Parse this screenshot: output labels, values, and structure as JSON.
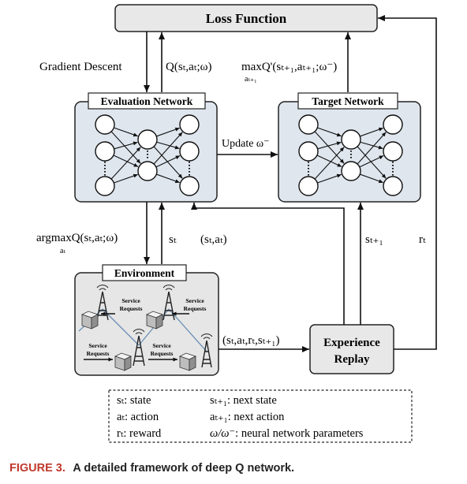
{
  "loss_function": {
    "label": "Loss Function"
  },
  "evaluation_network": {
    "label": "Evaluation Network"
  },
  "target_network": {
    "label": "Target Network"
  },
  "environment": {
    "label": "Environment",
    "service_requests": [
      {
        "line1": "Service",
        "line2": "Requests"
      },
      {
        "line1": "Service",
        "line2": "Requests"
      },
      {
        "line1": "Service",
        "line2": "Requests"
      },
      {
        "line1": "Service",
        "line2": "Requests"
      }
    ]
  },
  "experience_replay": {
    "line1": "Experience",
    "line2": "Replay"
  },
  "edges": {
    "gradient_descent": "Gradient Descent",
    "q_eval": "Q(sₜ,aₜ;ω)",
    "max_q_target": "maxQ'(sₜ₊₁,aₜ₊₁;ω⁻)",
    "max_q_target_sub": "aₜ₊₁",
    "update": "Update ω⁻",
    "argmax": "argmaxQ(sₜ,aₜ;ω)",
    "argmax_sub": "aₜ",
    "state": "sₜ",
    "state_action": "(sₜ,aₜ)",
    "next_state": "sₜ₊₁",
    "reward": "rₜ",
    "transition": "(sₜ,aₜ,rₜ,sₜ₊₁)"
  },
  "legend": [
    {
      "symbol": "sₜ",
      "desc": ": state"
    },
    {
      "symbol": "sₜ₊₁",
      "desc": ": next state"
    },
    {
      "symbol": "aₜ",
      "desc": ": action"
    },
    {
      "symbol": "aₜ₊₁",
      "desc": ": next action"
    },
    {
      "symbol": "rₜ",
      "desc": ": reward"
    },
    {
      "symbol": "ω/ω⁻",
      "desc": ": neural network parameters"
    }
  ],
  "caption": {
    "prefix": "FIGURE 3.",
    "text": "A detailed framework of deep Q network."
  },
  "colors": {
    "box_fill": "#dfe6ee",
    "loss_fill": "#e8e8e8",
    "env_fill": "#e6e6e6",
    "caption_prefix": "#c0392b"
  }
}
